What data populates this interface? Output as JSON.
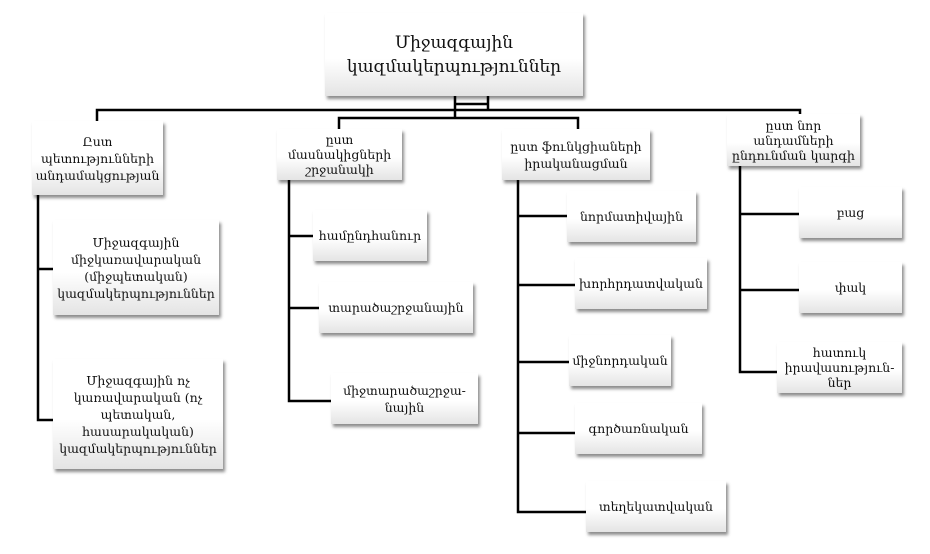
{
  "root": {
    "label": "Միջազգային\nկազմակերպություններ"
  },
  "categories": [
    {
      "label": "Ըստ\nպետությունների\nանդամակցության",
      "children": [
        "Միջազգային\nմիջկառավարական\n(միջպետական)\nկազմակերպություններ",
        "Միջազգային ոչ\nկառավարական (ոչ\nպետական,\nհասարակական)\nկազմակերպություններ"
      ]
    },
    {
      "label": "ըստ\nմասնակիցների\nշրջանակի",
      "children": [
        "համընդհանուր",
        "տարածաշրջանային",
        "միջտարածաշրջա-\nնային"
      ]
    },
    {
      "label": "ըստ ֆունկցիաների\nիրականացման",
      "children": [
        "նորմատիվային",
        "խորհրդատվական",
        "միջնորդական",
        "գործառնական",
        "տեղեկատվական"
      ]
    },
    {
      "label": "ըստ նոր\nանդամների\nընդունման կարգի",
      "children": [
        "բաց",
        "փակ",
        "հատուկ\nիրավասություն-\nներ"
      ]
    }
  ]
}
